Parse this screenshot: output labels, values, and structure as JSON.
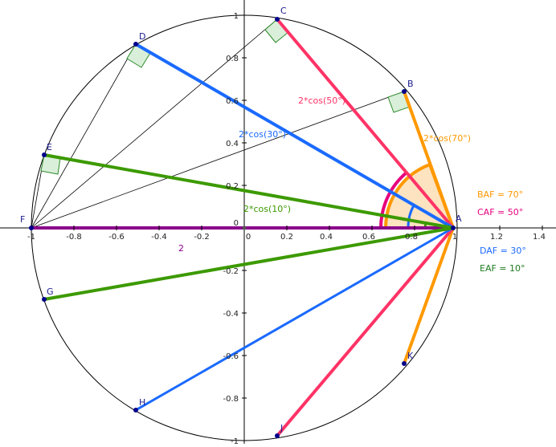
{
  "colors": {
    "circle": "#000000",
    "axis": "#000000",
    "point": "#00008b",
    "orange": "#ff9900",
    "crimson": "#ff3366",
    "magenta": "#e6007e",
    "blue": "#1a6aff",
    "green": "#3c9a00",
    "purple": "#8b008b",
    "right_angle_fill": "#d9efd9",
    "right_angle_stroke": "#2e8b2e",
    "angle_fill": "#fde3c0",
    "dark_green": "#1e7a1e"
  },
  "axes": {
    "x_ticks": [
      "-1",
      "-0.8",
      "-0.6",
      "-0.4",
      "-0.2",
      "0",
      "0.2",
      "0.4",
      "0.6",
      "0.8",
      "1",
      "1.2",
      "1.4"
    ],
    "y_ticks": [
      "1",
      "0.8",
      "0.6",
      "0.4",
      "0.2",
      "0",
      "-0.2",
      "-0.4",
      "-0.6",
      "-0.8",
      "-1"
    ]
  },
  "points": {
    "A": "A",
    "B": "B",
    "C": "C",
    "D": "D",
    "E": "E",
    "F": "F",
    "G": "G",
    "H": "H",
    "J": "J",
    "K": "K"
  },
  "segment_labels": {
    "FA": "2",
    "AB": "2*cos(70°)",
    "AC": "2*cos(50°)",
    "AD": "2*cos(30°)",
    "AE": "2*cos(10°)"
  },
  "angle_labels": {
    "BAF": "BAF = 70°",
    "CAF": "CAF = 50°",
    "DAF": "DAF = 30°",
    "EAF": "EAF = 10°"
  }
}
